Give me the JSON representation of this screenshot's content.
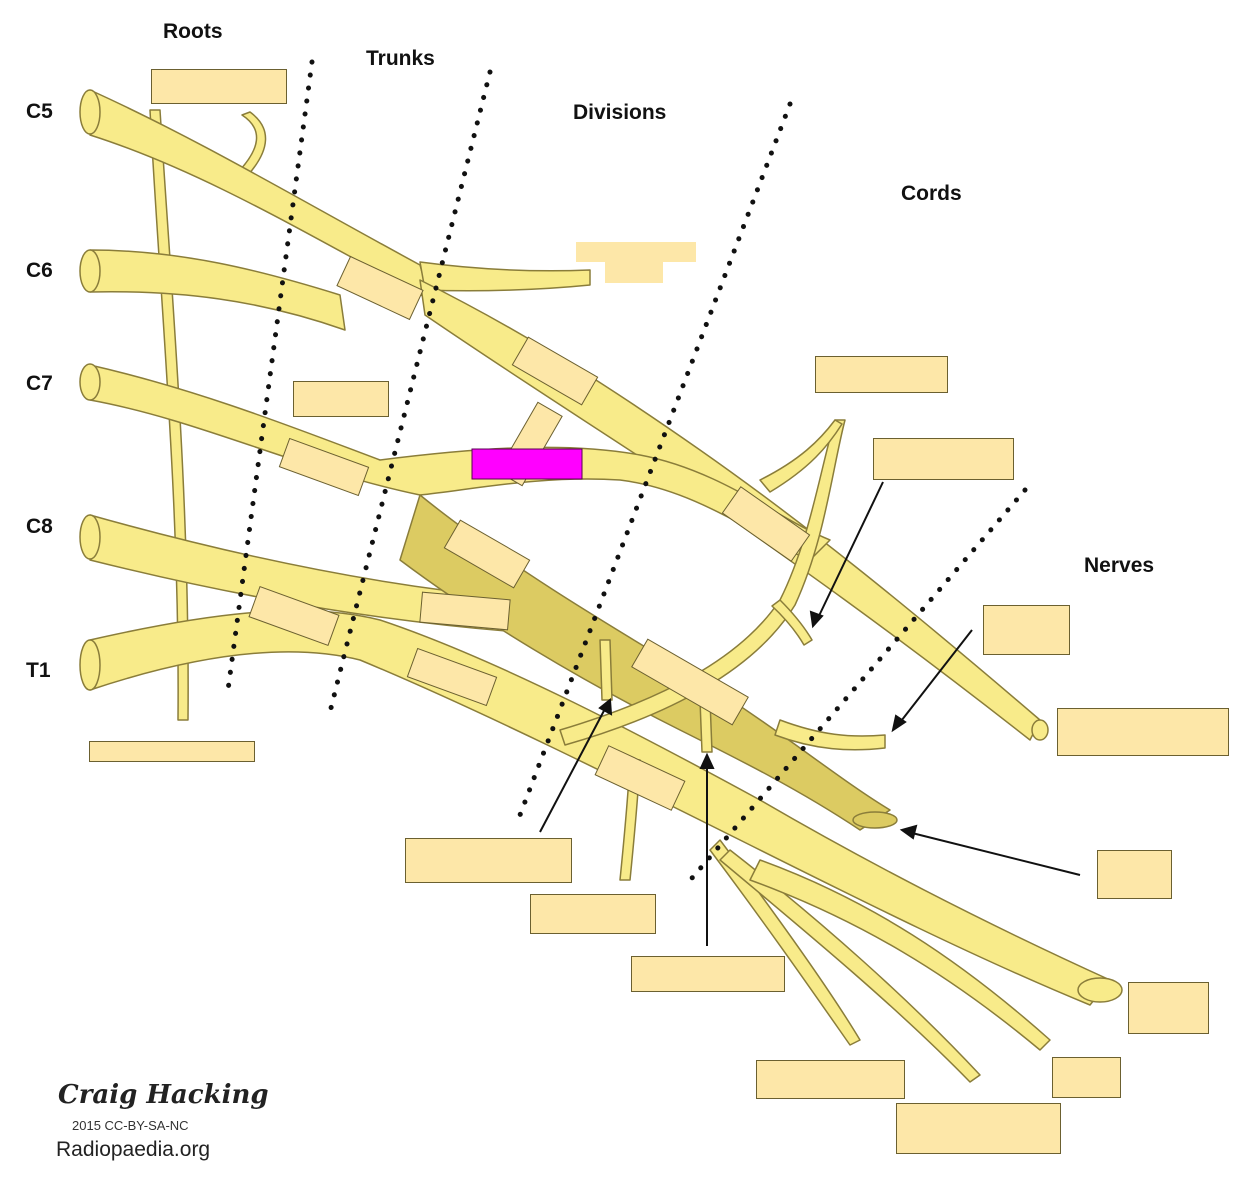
{
  "headings": {
    "roots": "Roots",
    "trunks": "Trunks",
    "divisions": "Divisions",
    "cords": "Cords",
    "nerves": "Nerves"
  },
  "root_labels": [
    "C5",
    "C6",
    "C7",
    "C8",
    "T1"
  ],
  "credit": {
    "signature": "Craig Hacking",
    "license": "2015 CC-BY-SA-NC",
    "site": "Radiopaedia.org"
  },
  "colors": {
    "nerve": "#f8eb8a",
    "nerve_dark": "#dccb62",
    "outline": "#8a7d3a",
    "label_box": "#fde7a8",
    "highlight": "#ff00ff"
  },
  "highlighted_label_box": "division-box-c7"
}
